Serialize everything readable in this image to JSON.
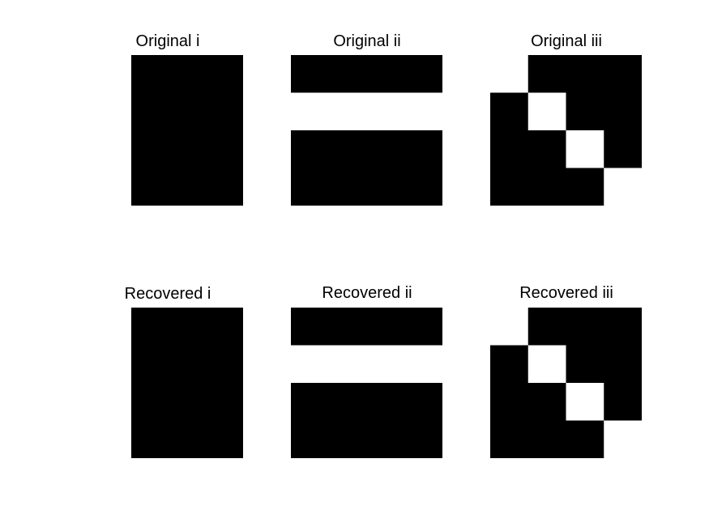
{
  "figure": {
    "background": "#ffffff",
    "foreground": "#000000",
    "panels": [
      {
        "title": "Original i",
        "grid": [
          [
            1,
            1,
            1
          ],
          [
            1,
            1,
            1
          ],
          [
            1,
            1,
            1
          ],
          [
            1,
            1,
            1
          ]
        ]
      },
      {
        "title": "Original ii",
        "grid": [
          [
            1,
            1,
            1,
            1
          ],
          [
            0,
            0,
            0,
            0
          ],
          [
            1,
            1,
            1,
            1
          ],
          [
            1,
            1,
            1,
            1
          ]
        ]
      },
      {
        "title": "Original iii",
        "grid": [
          [
            0,
            1,
            1,
            1
          ],
          [
            1,
            0,
            1,
            1
          ],
          [
            1,
            1,
            0,
            1
          ],
          [
            1,
            1,
            1,
            0
          ]
        ]
      },
      {
        "title": "Recovered i",
        "grid": [
          [
            1,
            1,
            1
          ],
          [
            1,
            1,
            1
          ],
          [
            1,
            1,
            1
          ],
          [
            1,
            1,
            1
          ]
        ]
      },
      {
        "title": "Recovered ii",
        "grid": [
          [
            1,
            1,
            1,
            1
          ],
          [
            0,
            0,
            0,
            0
          ],
          [
            1,
            1,
            1,
            1
          ],
          [
            1,
            1,
            1,
            1
          ]
        ]
      },
      {
        "title": "Recovered iii",
        "grid": [
          [
            0,
            1,
            1,
            1
          ],
          [
            1,
            0,
            1,
            1
          ],
          [
            1,
            1,
            0,
            1
          ],
          [
            1,
            1,
            1,
            0
          ]
        ]
      }
    ]
  }
}
